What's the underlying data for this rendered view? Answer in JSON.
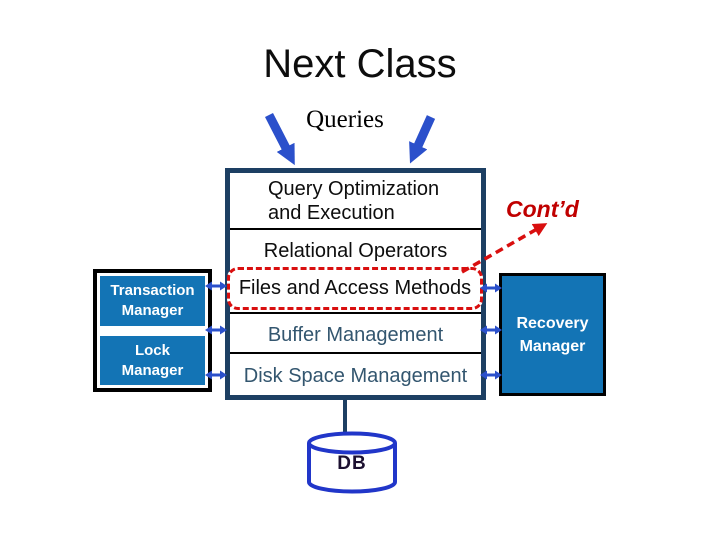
{
  "slide": {
    "title": "Next Class",
    "queries_label": "Queries",
    "contd_label": "Cont’d"
  },
  "stack": {
    "layers": [
      {
        "lines": [
          "Query Optimization",
          "and Execution"
        ]
      },
      {
        "label": "Relational Operators"
      },
      {
        "label": "Files and Access Methods",
        "highlighted": true
      },
      {
        "label": "Buffer Management"
      },
      {
        "label": "Disk Space Management"
      }
    ]
  },
  "side_managers": {
    "transaction": {
      "line1": "Transaction",
      "line2": "Manager"
    },
    "lock": {
      "line1": "Lock",
      "line2": "Manager"
    },
    "recovery": {
      "line1": "Recovery",
      "line2": "Manager"
    }
  },
  "database": {
    "label": "DB"
  },
  "colors": {
    "box_fill_blue": "#1374b5",
    "stack_border_navy": "#1d3f63",
    "arrow_blue": "#2b50cb",
    "highlight_red": "#d90f0f",
    "contd_red": "#c00000",
    "muted_layer_text": "#33566f",
    "cylinder_blue": "#2136c9"
  }
}
